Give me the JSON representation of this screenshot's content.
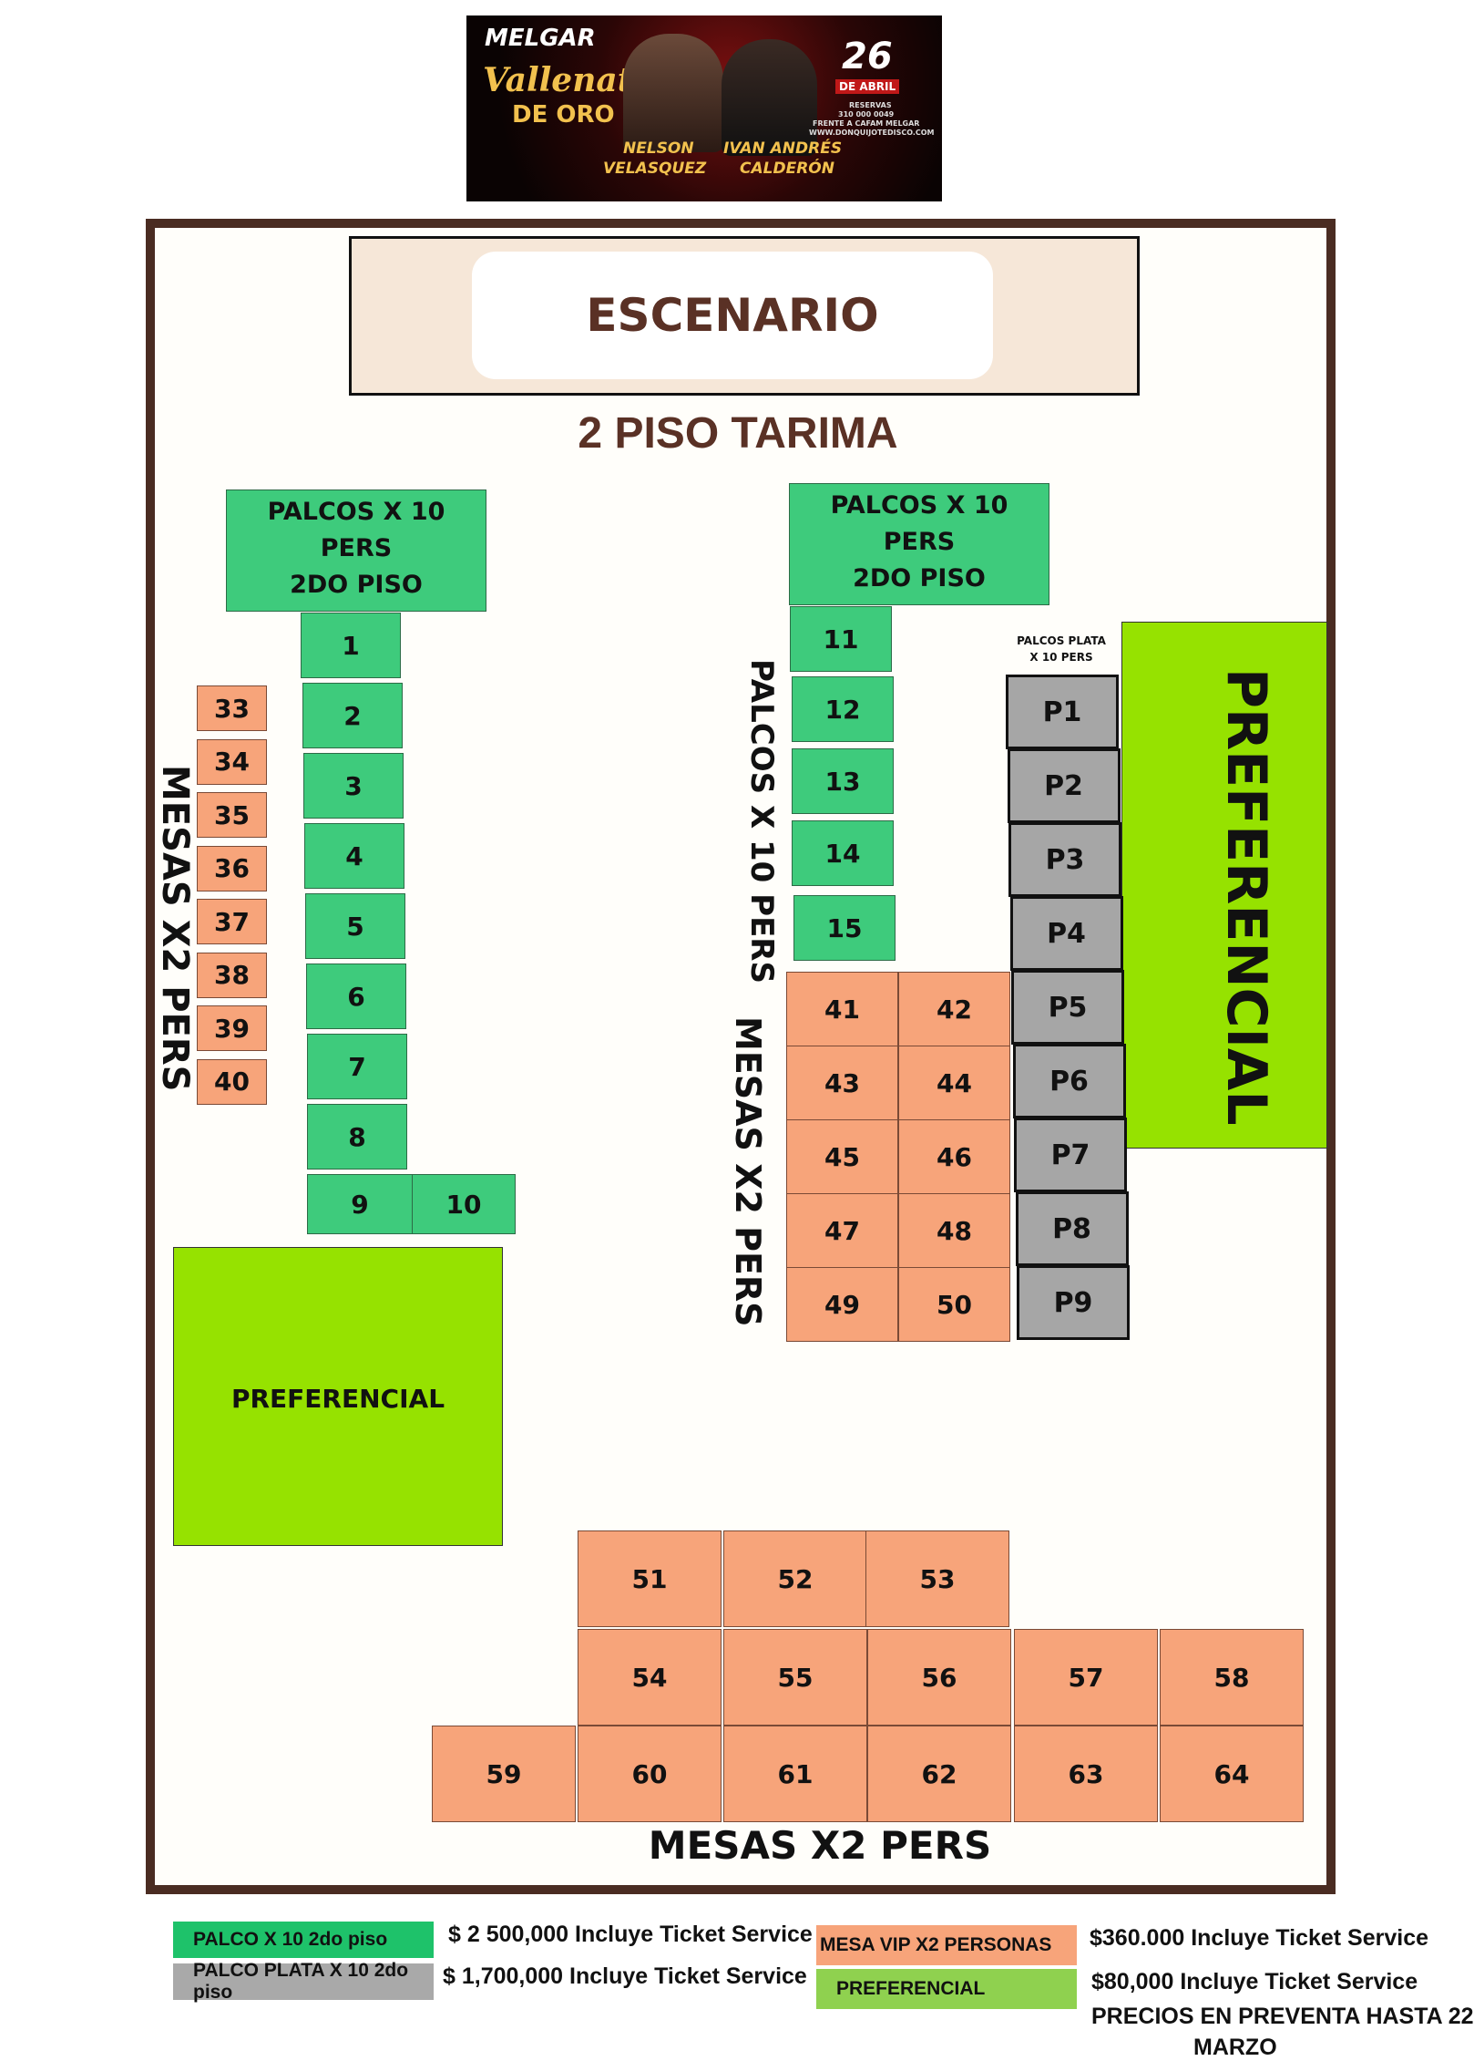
{
  "banner": {
    "brand": "MELGAR",
    "title_line1": "Vallenatos",
    "title_line2": "DE ORO",
    "date_day": "26",
    "date_month": "DE ABRIL",
    "artist1_line1": "NELSON",
    "artist1_line2": "VELASQUEZ",
    "artist2_line1": "IVAN ANDRÉS",
    "artist2_line2": "CALDERÓN",
    "info1": "RESERVAS",
    "info2": "310 000 0049",
    "info3": "FRENTE A CAFAM MELGAR",
    "info4": "WWW.DONQUIJOTEDISCO.COM"
  },
  "stage": {
    "label": "ESCENARIO"
  },
  "level_label": "2 PISO TARIMA",
  "palcos_left_header": {
    "line1": "PALCOS X 10",
    "line2": "PERS",
    "line3": "2DO PISO"
  },
  "palcos_right_header": {
    "line1": "PALCOS X 10",
    "line2": "PERS",
    "line3": "2DO PISO"
  },
  "palcos_plata_header": {
    "line1": "PALCOS PLATA",
    "line2": "X 10 PERS"
  },
  "section_labels": {
    "left_mesas": "MESAS X2 PERS",
    "center_palcos": "PALCOS X 10 PERS",
    "center_mesas": "MESAS X2 PERS",
    "right_preferencial": "PREFERENCIAL",
    "left_preferencial": "PREFERENCIAL",
    "bottom_mesas": "MESAS X2 PERS"
  },
  "palcos_left": [
    "1",
    "2",
    "3",
    "4",
    "5",
    "6",
    "7",
    "8",
    "9",
    "10"
  ],
  "palcos_center": [
    "11",
    "12",
    "13",
    "14",
    "15"
  ],
  "mesas_left": [
    "33",
    "34",
    "35",
    "36",
    "37",
    "38",
    "39",
    "40"
  ],
  "mesas_center": [
    "41",
    "42",
    "43",
    "44",
    "45",
    "46",
    "47",
    "48",
    "49",
    "50"
  ],
  "palcos_plata": [
    "P1",
    "P2",
    "P3",
    "P4",
    "P5",
    "P6",
    "P7",
    "P8",
    "P9"
  ],
  "mesas_bottom": [
    "51",
    "52",
    "53",
    "54",
    "55",
    "56",
    "57",
    "58",
    "59",
    "60",
    "61",
    "62",
    "63",
    "64"
  ],
  "legend": {
    "palco_label": "PALCO  X 10 2do piso",
    "palco_price": "$ 2 500,000 Incluye Ticket Service",
    "plata_label": "PALCO PLATA X 10 2do piso",
    "plata_price": "$ 1,700,000 Incluye Ticket Service",
    "vip_label": "MESA VIP X2 PERSONAS",
    "vip_price": "$360.000 Incluye Ticket Service",
    "pref_label": "PREFERENCIAL",
    "pref_price": "$80,000 Incluye Ticket Service",
    "presale_line1": "PRECIOS EN PREVENTA HASTA 22",
    "presale_line2": "MARZO"
  },
  "colors": {
    "palco": "#3ecb7c",
    "palco_plata": "#a6a6a6",
    "mesa_vip": "#f7a47a",
    "preferencial": "#96e200",
    "frame": "#4a2c22",
    "title": "#5a3125"
  }
}
